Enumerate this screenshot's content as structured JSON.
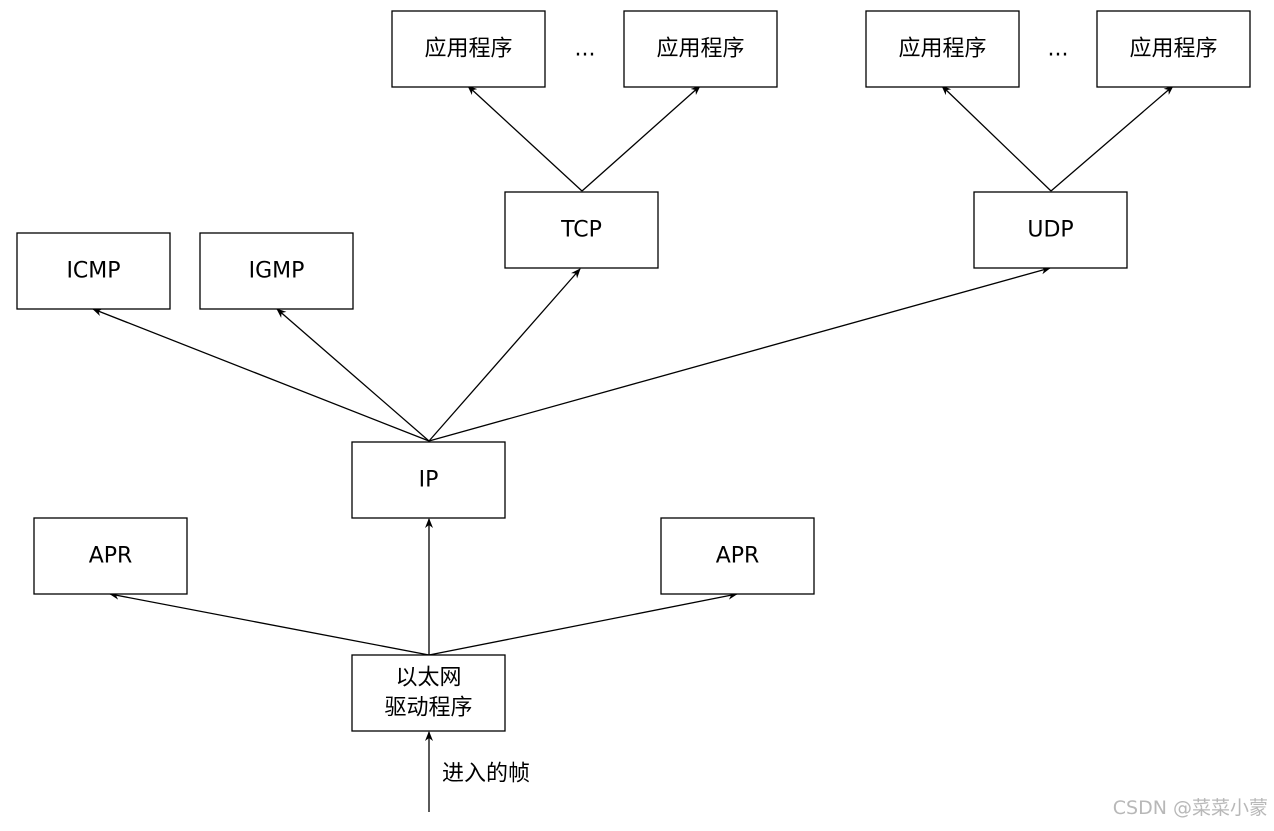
{
  "nodes": {
    "app1": "应用程序",
    "app2": "应用程序",
    "app3": "应用程序",
    "app4": "应用程序",
    "tcp": "TCP",
    "udp": "UDP",
    "icmp": "ICMP",
    "igmp": "IGMP",
    "ip": "IP",
    "apr_left": "APR",
    "apr_right": "APR",
    "driver_line1": "以太网",
    "driver_line2": "驱动程序"
  },
  "ellipsis_left": "...",
  "ellipsis_right": "...",
  "incoming_label": "进入的帧",
  "watermark": "CSDN @菜菜小蒙",
  "edges": [
    {
      "from": "tcp",
      "to": "app1"
    },
    {
      "from": "tcp",
      "to": "app2"
    },
    {
      "from": "udp",
      "to": "app3"
    },
    {
      "from": "udp",
      "to": "app4"
    },
    {
      "from": "ip",
      "to": "icmp"
    },
    {
      "from": "ip",
      "to": "igmp"
    },
    {
      "from": "ip",
      "to": "tcp"
    },
    {
      "from": "ip",
      "to": "udp"
    },
    {
      "from": "driver",
      "to": "ip"
    },
    {
      "from": "driver",
      "to": "apr_left"
    },
    {
      "from": "driver",
      "to": "apr_right"
    },
    {
      "from": "incoming",
      "to": "driver"
    }
  ]
}
